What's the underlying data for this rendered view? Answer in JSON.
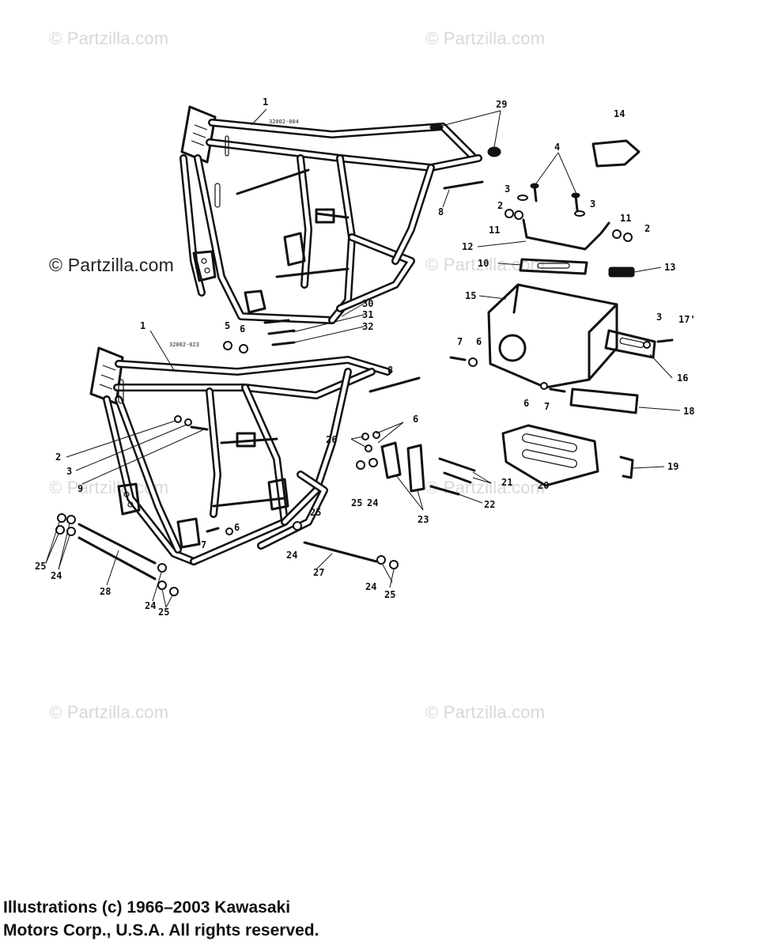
{
  "watermarks": {
    "text": "© Partzilla.com"
  },
  "frame_part_numbers": {
    "upper": "32002-004",
    "lower": "32002-023"
  },
  "callouts": {
    "c1a": "1",
    "c1b": "1",
    "c2a": "2",
    "c2b": "2",
    "c2c": "2",
    "c3a": "3",
    "c3b": "3",
    "c3c": "3",
    "c3d": "3",
    "c4": "4",
    "c5": "5",
    "c6a": "6",
    "c6b": "6",
    "c6c": "6",
    "c6d": "6",
    "c7a": "7",
    "c7b": "7",
    "c7c": "7",
    "c8a": "8",
    "c8b": "8",
    "c9": "9",
    "c10": "10",
    "c11a": "11",
    "c11b": "11",
    "c12": "12",
    "c13": "13",
    "c14": "14",
    "c15": "15",
    "c16": "16",
    "c17": "17'",
    "c18": "18",
    "c19": "19",
    "c20": "20",
    "c21": "21",
    "c22": "22",
    "c23": "23",
    "c24a": "24",
    "c24b": "24",
    "c24c": "24",
    "c24d": "24",
    "c24e": "24",
    "c25a": "25",
    "c25b": "25",
    "c25c": "25",
    "c25d": "25",
    "c25e": "25",
    "c26": "26",
    "c27": "27",
    "c28": "28",
    "c29": "29",
    "c30": "30",
    "c31": "31",
    "c32": "32"
  },
  "copyright": {
    "line1": "Illustrations (c) 1966–2003 Kawasaki",
    "line2": "Motors Corp., U.S.A.  All rights reserved."
  }
}
